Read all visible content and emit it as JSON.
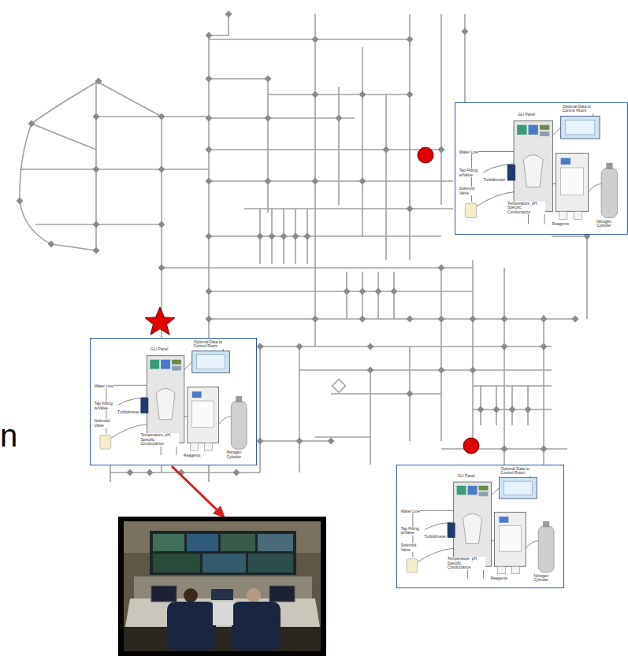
{
  "diagram": {
    "nodes": [
      {
        "text": [
          "Optional Data to Control Room",
          "Water Line",
          "Tap Fitting w/Valve",
          "Solenoid Valve",
          "Turbidimeter",
          "GLI Panel",
          "Temperature, pH, Specific Conductance",
          "Reagents",
          "Nitrogen Cylinder"
        ]
      },
      {
        "text": [
          "Optional Data to Control Room",
          "Water Line",
          "Tap Fitting w/Valve",
          "Solenoid Valve",
          "Turbidimeter",
          "GLI Panel",
          "Temperature, pH, Specific Conductance",
          "Reagents",
          "Nitrogen Cylinder"
        ]
      },
      {
        "text": [
          "Optional Data to Control Room",
          "Water Line",
          "Tap Fitting w/Valve",
          "Solenoid Valve",
          "Turbidimeter",
          "GLI Panel",
          "Temperature, pH, Specific Conductance",
          "Reagents",
          "Nitrogen Cylinder"
        ]
      }
    ],
    "labels": [
      "n"
    ]
  }
}
